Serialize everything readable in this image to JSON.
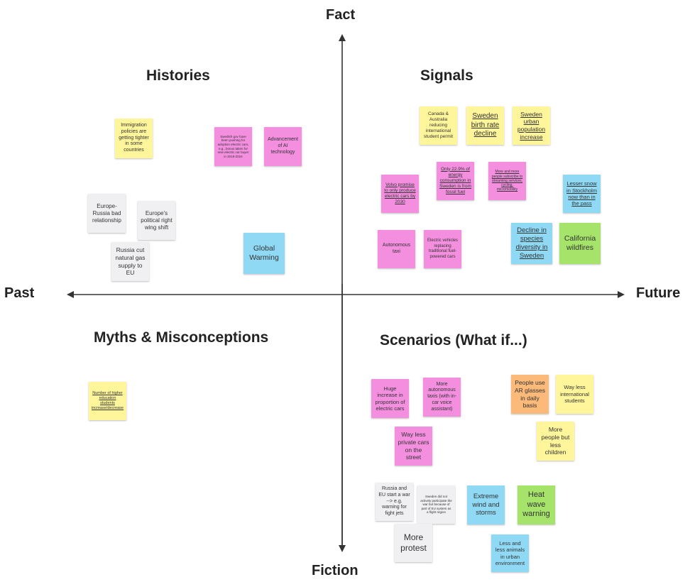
{
  "axes": {
    "top": "Fact",
    "bottom": "Fiction",
    "left": "Past",
    "right": "Future"
  },
  "quadrants": {
    "histories": "Histories",
    "signals": "Signals",
    "myths": "Myths & Misconceptions",
    "scenarios": "Scenarios (What if...)"
  },
  "colors": {
    "yellow": "#fff59b",
    "pink": "#f48fe0",
    "gray": "#f0f0f2",
    "blue": "#8fd9f5",
    "green": "#a5e36a",
    "orange": "#fbb97a",
    "axis": "#333333"
  },
  "notes": {
    "immigration": "Immigration policies are getting tighter in some countries",
    "swedish_ev": "Swedish gov have been pushing for adoption electric cars, e.g., bonus taken for new electric car buyer in 2018-2024",
    "ai_advancement": "Advancement of AI technology",
    "europe_russia": "Europe-Russia bad relationship",
    "right_wing": "Europe's political right wing shift",
    "russia_gas": "Russia cut natural gas supply to EU",
    "global_warming": "Global Warming",
    "canada_australia": "Canada & Australia reducing international student permit",
    "birth_rate": "Sweden birth rate decline",
    "urban_pop": "Sweden urban population increase",
    "fossil_fuel": "Only 22.9% of energy consumption in Sweden is from fossil fuel",
    "volvo": "Volvo promise to only produce electric cars by 2030",
    "more_people": "More and more people subscribe to streaming services, cycling, micromobility",
    "lesser_snow": "Lesser snow in Stockholm now than in the pass",
    "autonomous_taxi": "Autonomous taxi",
    "ev_replacing": "Electric vehicles replacing traditional fuel-powered cars",
    "species": "Decline in species diversity in Sweden",
    "california": "California wildfires",
    "higher_ed": "Number of higher education students increase/decrease",
    "huge_increase": "Huge increase in proportion of electric cars",
    "more_autonomous": "More autonomous taxis (with in-car voice assistant)",
    "ar_glasses": "People use AR glasses in daily basis",
    "intl_students": "Way less international students",
    "less_cars": "Way less private cars on the street",
    "more_people_children": "More people but less children",
    "russia_war": "Russia and EU start a war --> e.g. warning for fight jets",
    "sweden_defense": "Sweden did not actively participate the war but because of part of EU system as a flight region",
    "extreme_wind": "Extreme wind and storms",
    "heat_wave": "Heat wave warning",
    "more_protest": "More protest",
    "less_animals": "Less and less animals in urban environment"
  }
}
